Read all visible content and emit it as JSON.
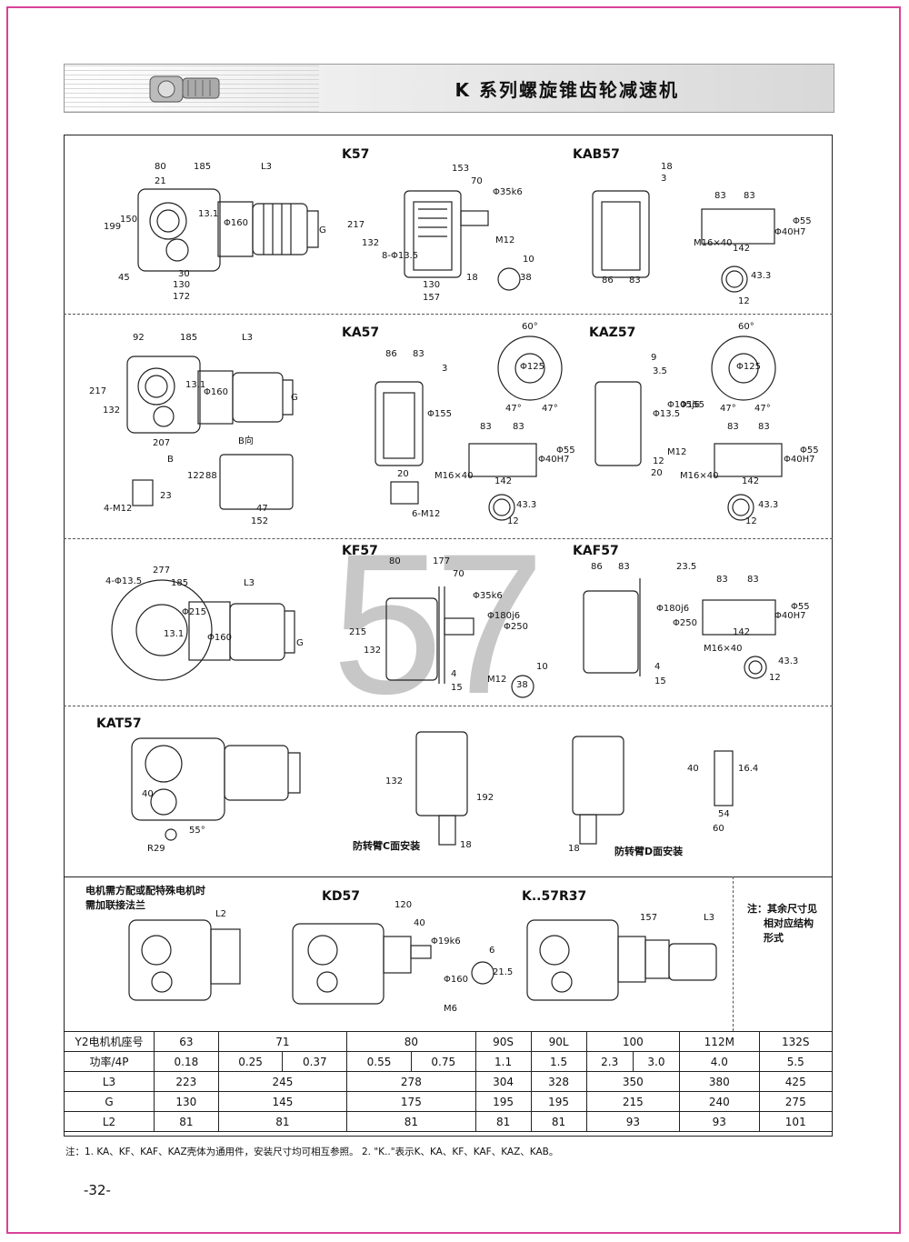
{
  "header": {
    "title": "K 系列螺旋锥齿轮减速机"
  },
  "background_number": "57",
  "models": {
    "k57": "K57",
    "kab57": "KAB57",
    "ka57": "KA57",
    "kaz57": "KAZ57",
    "kf57": "KF57",
    "kaf57": "KAF57",
    "kat57": "KAT57",
    "kd57": "KD57",
    "kr": "K..57R37"
  },
  "dims": {
    "k57": [
      "80",
      "185",
      "L3",
      "21",
      "199",
      "150",
      "13.1",
      "Φ160",
      "G",
      "45",
      "30",
      "130",
      "172"
    ],
    "k57_side": [
      "153",
      "70",
      "Φ35k6",
      "217",
      "132",
      "8-Φ13.5",
      "M12",
      "18",
      "130",
      "157",
      "10",
      "38"
    ],
    "kab57": [
      "18",
      "3",
      "86",
      "83",
      "83",
      "83",
      "Φ55",
      "Φ40H7",
      "M16×40",
      "142",
      "43.3",
      "12"
    ],
    "ka57": [
      "92",
      "185",
      "L3",
      "217",
      "132",
      "13.1",
      "Φ160",
      "G",
      "207",
      "B",
      "B向",
      "122",
      "88",
      "47",
      "152",
      "4-M12",
      "23",
      "86",
      "83",
      "3",
      "Φ155",
      "20",
      "6-M12",
      "83",
      "83",
      "Φ55",
      "Φ40H7",
      "M16×40",
      "142",
      "43.3",
      "12",
      "60°",
      "Φ125",
      "47°",
      "47°"
    ],
    "kaz57": [
      "60°",
      "Φ125",
      "47°",
      "47°",
      "9",
      "3.5",
      "Φ13.5",
      "Φ105j6",
      "Φ155",
      "M12",
      "12",
      "20",
      "83",
      "83",
      "Φ55",
      "Φ40H7",
      "M16×40",
      "142",
      "43.3",
      "12"
    ],
    "kf57": [
      "4-Φ13.5",
      "277",
      "185",
      "L3",
      "Φ215",
      "13.1",
      "Φ160",
      "G",
      "80",
      "177",
      "70",
      "Φ35k6",
      "Φ180j6",
      "Φ250",
      "215",
      "132",
      "4",
      "15",
      "M12",
      "10",
      "38"
    ],
    "kaf57": [
      "86",
      "83",
      "23.5",
      "Φ180j6",
      "Φ250",
      "4",
      "15",
      "83",
      "83",
      "Φ55",
      "Φ40H7",
      "142",
      "M16×40",
      "43.3",
      "12"
    ],
    "kat57": [
      "40",
      "55°",
      "R29",
      "132",
      "192",
      "18",
      "18",
      "54",
      "60",
      "16.4",
      "40"
    ],
    "kd57": [
      "L2",
      "120",
      "40",
      "Φ19k6",
      "Φ160",
      "M6",
      "6",
      "21.5"
    ],
    "kr": [
      "157",
      "L3"
    ]
  },
  "captions": {
    "c_mount": "防转臂C面安装",
    "d_mount": "防转臂D面安装",
    "flange_note_1": "电机需方配或配特殊电机时",
    "flange_note_2": "需加联接法兰",
    "side_note_1": "注：其余尺寸见",
    "side_note_2": "相对应结构",
    "side_note_3": "形式"
  },
  "table": {
    "rows": [
      {
        "label": "Y2电机机座号",
        "cells": [
          [
            "63"
          ],
          [
            "71"
          ],
          [
            "80"
          ],
          [
            "90S"
          ],
          [
            "90L"
          ],
          [
            "100"
          ],
          [
            "112M"
          ],
          [
            "132S"
          ]
        ]
      },
      {
        "label": "功率/4P",
        "cells": [
          [
            "0.18"
          ],
          [
            "0.25",
            "0.37"
          ],
          [
            "0.55",
            "0.75"
          ],
          [
            "1.1"
          ],
          [
            "1.5"
          ],
          [
            "2.3",
            "3.0"
          ],
          [
            "4.0"
          ],
          [
            "5.5"
          ]
        ]
      },
      {
        "label": "L3",
        "cells": [
          [
            "223"
          ],
          [
            "245"
          ],
          [
            "278"
          ],
          [
            "304"
          ],
          [
            "328"
          ],
          [
            "350"
          ],
          [
            "380"
          ],
          [
            "425"
          ]
        ]
      },
      {
        "label": "G",
        "cells": [
          [
            "130"
          ],
          [
            "145"
          ],
          [
            "175"
          ],
          [
            "195"
          ],
          [
            "195"
          ],
          [
            "215"
          ],
          [
            "240"
          ],
          [
            "275"
          ]
        ]
      },
      {
        "label": "L2",
        "cells": [
          [
            "81"
          ],
          [
            "81"
          ],
          [
            "81"
          ],
          [
            "81"
          ],
          [
            "81"
          ],
          [
            "93"
          ],
          [
            "93"
          ],
          [
            "101"
          ]
        ]
      }
    ]
  },
  "footnote": "注：1. KA、KF、KAF、KAZ壳体为通用件，安装尺寸均可相互参照。   2. \"K..\"表示K、KA、KF、KAF、KAZ、KAB。",
  "page_number": "-32-"
}
